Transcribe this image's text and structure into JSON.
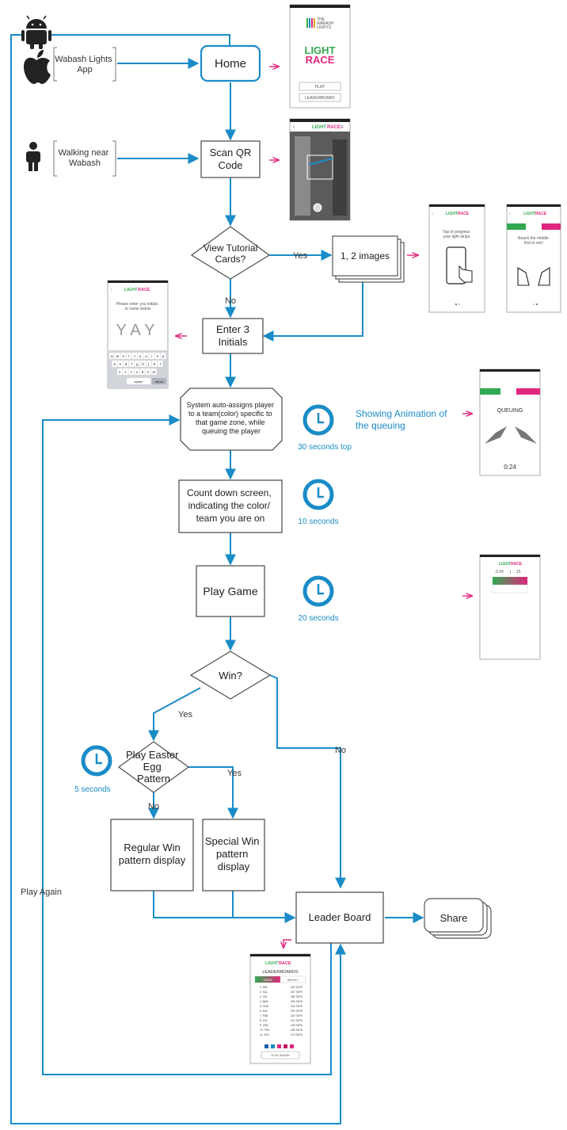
{
  "sources": {
    "app_label": [
      "Wabash Lights",
      "App"
    ],
    "walking_label": [
      "Walking near",
      "Wabash"
    ]
  },
  "nodes": {
    "home": [
      "Home"
    ],
    "scan": [
      "Scan QR",
      "Code"
    ],
    "tutorial": [
      "View Tutorial",
      "Cards?"
    ],
    "images": [
      "1, 2 images"
    ],
    "initials": [
      "Enter 3",
      "Initials"
    ],
    "assign": [
      "System auto-assigns player",
      "to a team(color) specific to",
      "that game zone, while",
      "queuing the player"
    ],
    "countdown": [
      "Count down screen,",
      "indicating the color/",
      "team you are on"
    ],
    "play": [
      "Play Game"
    ],
    "win": [
      "Win?"
    ],
    "easter": [
      "Play Easter",
      "Egg",
      "Pattern"
    ],
    "regular": [
      "Regular Win",
      "pattern display"
    ],
    "special": [
      "Special Win",
      "pattern",
      "display"
    ],
    "leader": [
      "Leader Board"
    ],
    "share": [
      "Share"
    ]
  },
  "edge_labels": {
    "yes": "Yes",
    "no": "No",
    "play_again": "Play Again"
  },
  "timers": {
    "queue": "30 seconds top",
    "countdown": "10 seconds",
    "play": "20 seconds",
    "easter": "5 seconds"
  },
  "notes": {
    "queue_animation": [
      "Showing Animation of",
      "the queuing"
    ]
  },
  "mockups": {
    "home": {
      "brand": [
        "THE",
        "WABASH",
        "LIGHTS"
      ],
      "logo": [
        "LIGHT",
        "RACE"
      ],
      "buttons": [
        "PLAY",
        "LEADERBOARD"
      ]
    },
    "header_title": [
      "LIGHT",
      "RACE"
    ],
    "tutorial1_text": [
      "Tap to progress",
      "your light strips."
    ],
    "tutorial2_text": [
      "Reach the middle",
      "first to win!"
    ],
    "initials_prompt": [
      "Please enter you initials",
      "or name below"
    ],
    "initials_value": "YAY",
    "keyboard_rows": [
      [
        "q",
        "w",
        "e",
        "r",
        "t",
        "y",
        "u",
        "i",
        "o",
        "p"
      ],
      [
        "a",
        "s",
        "d",
        "f",
        "g",
        "h",
        "j",
        "k",
        "l"
      ],
      [
        "z",
        "x",
        "c",
        "v",
        "b",
        "n",
        "m"
      ]
    ],
    "keyboard_space": "space",
    "keyboard_return": "return",
    "queue_text": "QUEUING",
    "queue_time": "0:24",
    "game_stats": [
      "0:24",
      "|",
      "15"
    ],
    "leaderboard_title": "LEADERBOARDS",
    "leaderboard_tabs": [
      "TODAY",
      "WEEKLY"
    ],
    "leaderboard_rows": [
      {
        "name": "1. ABC",
        "pts": "300 TAPS"
      },
      {
        "name": "2. KAL",
        "pts": "287 TAPS"
      },
      {
        "name": "3. TAL",
        "pts": "280 TAPS"
      },
      {
        "name": "4. BAR",
        "pts": "265 TAPS"
      },
      {
        "name": "5. ONE",
        "pts": "240 TAPS"
      },
      {
        "name": "6. MIX",
        "pts": "230 TAPS"
      },
      {
        "name": "7. PAB",
        "pts": "220 TAPS"
      },
      {
        "name": "8. LOL",
        "pts": "212 TAPS"
      },
      {
        "name": "9. ZEB",
        "pts": "199 TAPS"
      },
      {
        "name": "10. TRA",
        "pts": "185 TAPS"
      },
      {
        "name": "11. ATG",
        "pts": "176 TAPS"
      }
    ],
    "play_again_btn": "PLAY AGAIN"
  },
  "colors": {
    "flow": "#1a8cc7",
    "accent_pink": "#e0237a",
    "team_green": "#33a852",
    "team_pink": "#e0277e",
    "node_border": "#555555",
    "home_border": "#1a8cc7"
  }
}
